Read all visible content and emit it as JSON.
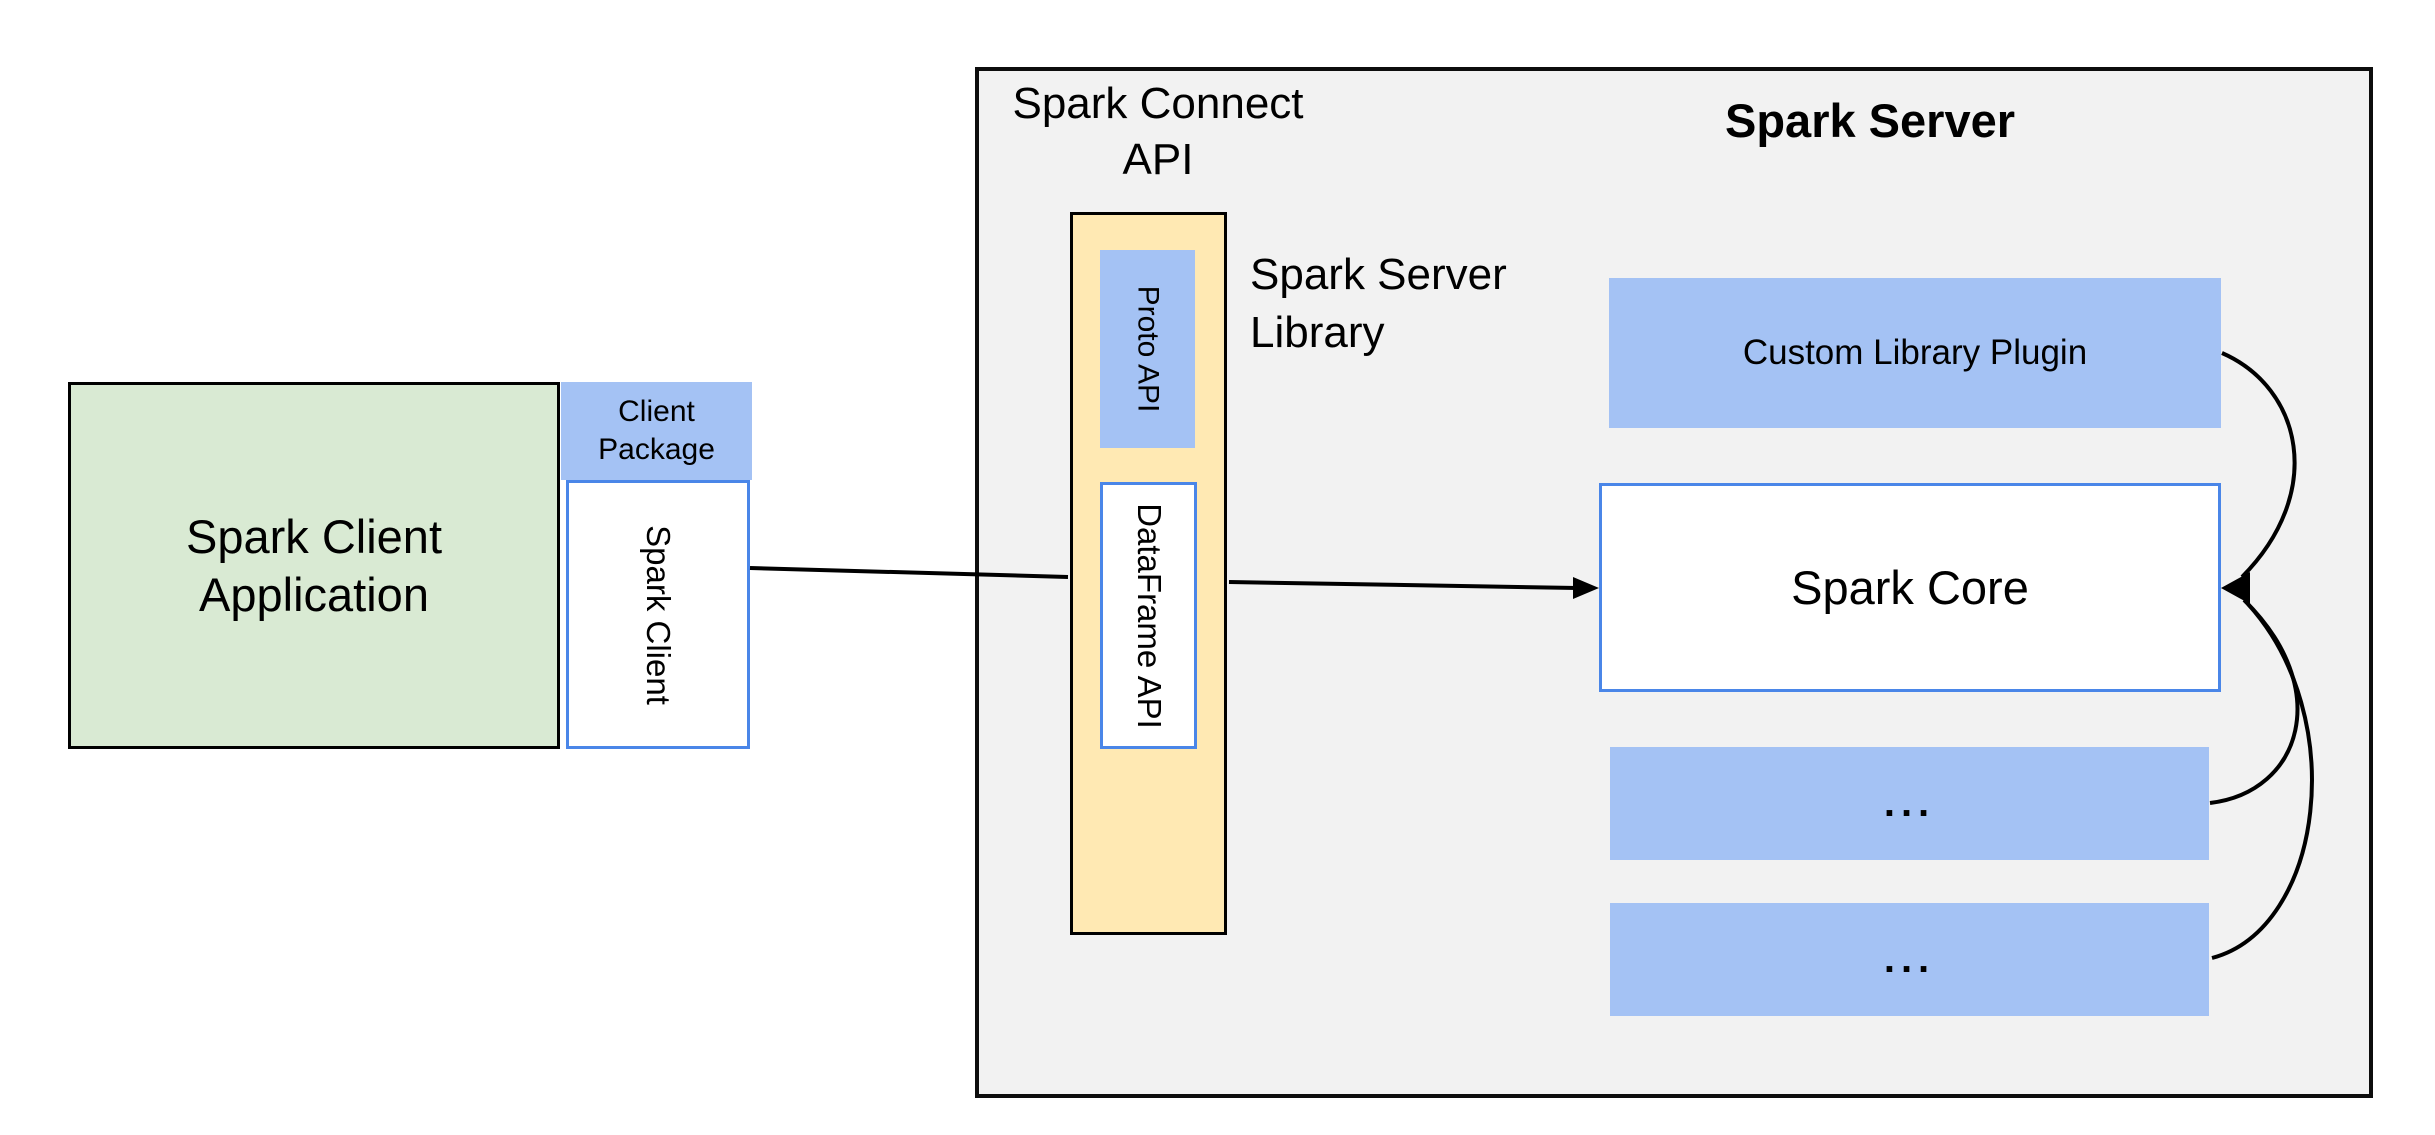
{
  "colors": {
    "canvas_bg": "#ffffff",
    "panel_bg": "#f2f2f2",
    "panel_border": "#0d0d0d",
    "green_fill": "#d9ead3",
    "blue_fill": "#a4c2f4",
    "yellow_fill": "#ffe9b3",
    "blue_border": "#4a86e8",
    "arrow": "#000000"
  },
  "client_app": {
    "line1": "Spark Client",
    "line2": "Application"
  },
  "client_package": {
    "line1": "Client",
    "line2": "Package"
  },
  "spark_client_box": {
    "label": "Spark Client"
  },
  "connect_api_title": {
    "line1": "Spark Connect",
    "line2": "API"
  },
  "server_title": {
    "label": "Spark Server"
  },
  "proto_api": {
    "label": "Proto API"
  },
  "dataframe_api": {
    "label": "DataFrame API"
  },
  "server_library_label": {
    "line1": "Spark Server",
    "line2": "Library"
  },
  "custom_plugin": {
    "label": "Custom Library Plugin"
  },
  "spark_core": {
    "label": "Spark Core"
  },
  "plugin_slot_1": {
    "label": "..."
  },
  "plugin_slot_2": {
    "label": "..."
  }
}
